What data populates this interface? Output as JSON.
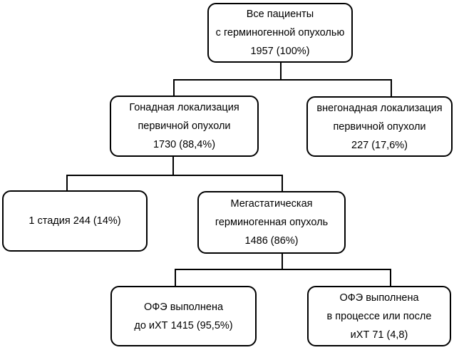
{
  "diagram": {
    "type": "flowchart",
    "language": "ru",
    "nodes": {
      "all_patients": {
        "lines": [
          "Все пациенты",
          "с герминогенной опухолью",
          "1957 (100%)"
        ],
        "count": 1957,
        "percent": "100%"
      },
      "gonadal": {
        "lines": [
          "Гонадная локализация",
          "первичной опухоли",
          "1730 (88,4%)"
        ],
        "count": 1730,
        "percent": "88,4%"
      },
      "extragonadal": {
        "lines": [
          "внегонадная локализация",
          "первичной опухоли",
          "227 (17,6%)"
        ],
        "count": 227,
        "percent": "17,6%"
      },
      "stage1": {
        "lines": [
          "1 стадия 244 (14%)"
        ],
        "count": 244,
        "percent": "14%"
      },
      "metastatic": {
        "lines": [
          "Мегастатическая",
          "герминогенная опухоль",
          "1486 (86%)"
        ],
        "count": 1486,
        "percent": "86%"
      },
      "ofe_before": {
        "lines": [
          "ОФЭ выполнена",
          "до иХТ 1415 (95,5%)"
        ],
        "count": 1415,
        "percent": "95,5%"
      },
      "ofe_after": {
        "lines": [
          "ОФЭ выполнена",
          "в процессе или после",
          "иХТ 71 (4,8)"
        ],
        "count": 71,
        "percent": "4,8"
      }
    },
    "edges": [
      {
        "from": "all_patients",
        "to": "gonadal"
      },
      {
        "from": "all_patients",
        "to": "extragonadal"
      },
      {
        "from": "gonadal",
        "to": "stage1"
      },
      {
        "from": "gonadal",
        "to": "metastatic"
      },
      {
        "from": "metastatic",
        "to": "ofe_before"
      },
      {
        "from": "metastatic",
        "to": "ofe_after"
      }
    ]
  },
  "colors": {
    "background": "#ffffff",
    "node_fill": "#ffffff",
    "node_border": "#000000",
    "text": "#000000",
    "connector": "#000000"
  }
}
